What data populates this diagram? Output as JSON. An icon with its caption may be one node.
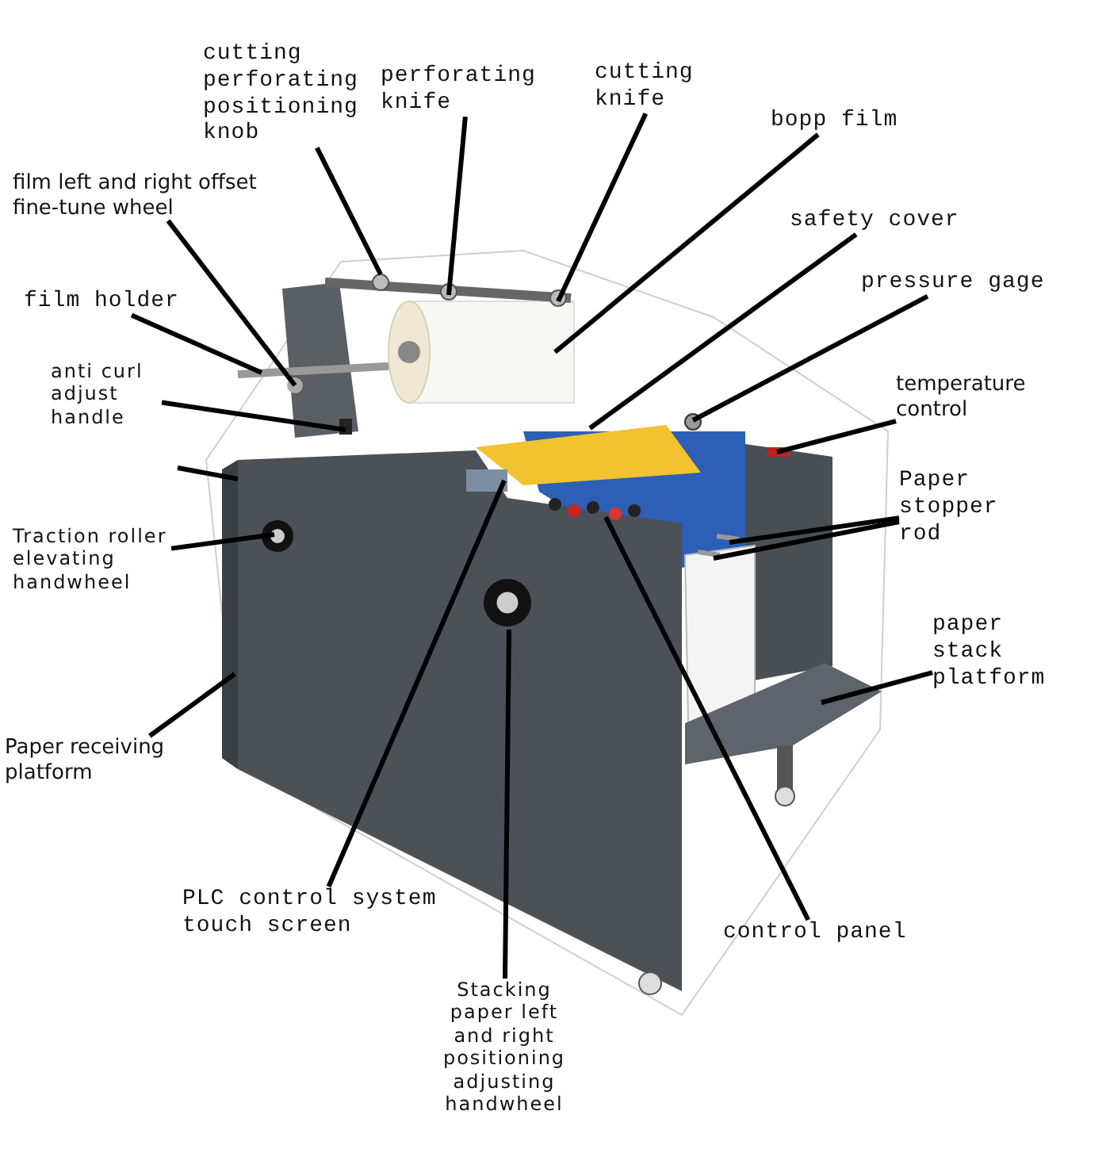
{
  "diagram": {
    "nodes": [
      {
        "text": [
          "cutting perforating positioning knob"
        ]
      },
      {
        "text": [
          "perforating knife"
        ]
      },
      {
        "text": [
          "cutting knife"
        ]
      },
      {
        "text": [
          "bopp film"
        ]
      },
      {
        "text": [
          "film left and right offset fine-tune wheel"
        ]
      },
      {
        "text": [
          "safety cover"
        ]
      },
      {
        "text": [
          "film holder"
        ]
      },
      {
        "text": [
          "pressure gage"
        ]
      },
      {
        "text": [
          "anti curl adjust handle"
        ]
      },
      {
        "text": [
          "temperature control"
        ]
      },
      {
        "text": [
          "Paper stopper rod"
        ]
      },
      {
        "text": [
          "Traction roller elevating handwheel"
        ]
      },
      {
        "text": [
          "paper stack platform"
        ]
      },
      {
        "text": [
          "Paper receiving platform"
        ]
      },
      {
        "text": [
          "PLC control system touch screen"
        ]
      },
      {
        "text": [
          "control panel"
        ]
      },
      {
        "text": [
          "Stacking paper left and right positioning adjusting handwheel"
        ]
      }
    ],
    "edges": [
      {
        "from": 0,
        "to": null,
        "arrow": "none"
      },
      {
        "from": 1,
        "to": null,
        "arrow": "none"
      },
      {
        "from": 2,
        "to": null,
        "arrow": "none"
      },
      {
        "from": 3,
        "to": null,
        "arrow": "none"
      },
      {
        "from": 4,
        "to": null,
        "arrow": "none"
      },
      {
        "from": 5,
        "to": null,
        "arrow": "none"
      },
      {
        "from": 6,
        "to": null,
        "arrow": "none"
      },
      {
        "from": 7,
        "to": null,
        "arrow": "none"
      },
      {
        "from": 8,
        "to": null,
        "arrow": "none"
      },
      {
        "from": 9,
        "to": null,
        "arrow": "none"
      },
      {
        "from": 10,
        "to": null,
        "arrow": "none"
      },
      {
        "from": 10,
        "to": null,
        "arrow": "none"
      },
      {
        "from": 11,
        "to": null,
        "arrow": "none"
      },
      {
        "from": 12,
        "to": null,
        "arrow": "none"
      },
      {
        "from": 13,
        "to": null,
        "arrow": "none"
      },
      {
        "from": 14,
        "to": null,
        "arrow": "none"
      },
      {
        "from": 15,
        "to": null,
        "arrow": "none"
      },
      {
        "from": 16,
        "to": null,
        "arrow": "none"
      }
    ]
  }
}
